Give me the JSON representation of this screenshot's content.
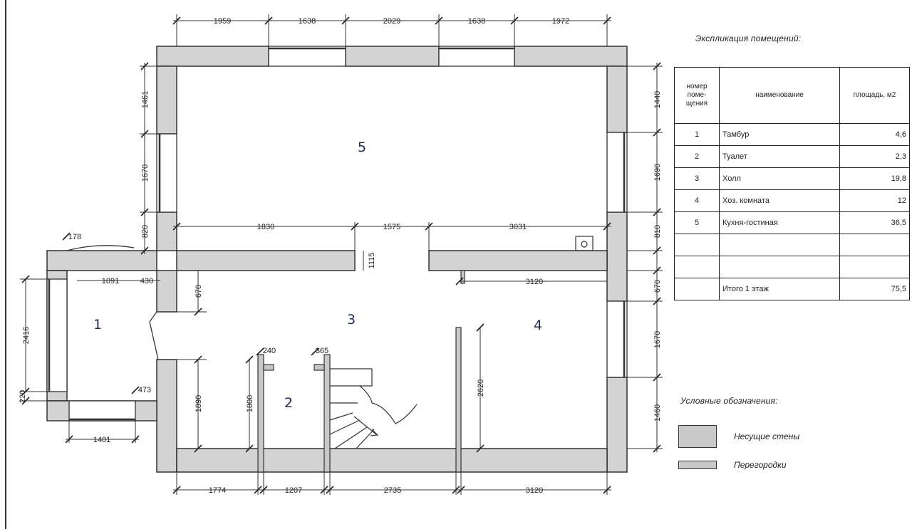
{
  "explication": {
    "title": "Экспликация помещений:",
    "headers": {
      "number": "номер поме-щения",
      "name": "наименование",
      "area": "площадь, м2"
    },
    "rows": [
      {
        "number": "1",
        "name": "Тамбур",
        "area": "4,6"
      },
      {
        "number": "2",
        "name": "Туалет",
        "area": "2,3"
      },
      {
        "number": "3",
        "name": "Холл",
        "area": "19,8"
      },
      {
        "number": "4",
        "name": "Хоз. комната",
        "area": "12"
      },
      {
        "number": "5",
        "name": "Кухня-гостиная",
        "area": "36,5"
      },
      {
        "number": "",
        "name": "",
        "area": ""
      },
      {
        "number": "",
        "name": "",
        "area": ""
      }
    ],
    "total": {
      "name": "Итого 1 этаж",
      "area": "75,5"
    }
  },
  "legend": {
    "title": "Условные обозначения:",
    "bearing_walls": "Несущие стены",
    "partitions": "Перегородки",
    "wall_color": "#c8c8c8"
  },
  "rooms": [
    "1",
    "2",
    "3",
    "4",
    "5"
  ],
  "dimensions": {
    "top": [
      "1959",
      "1638",
      "2029",
      "1638",
      "1972"
    ],
    "bottom": [
      "1774",
      "1207",
      "2735",
      "3120"
    ],
    "left": [
      "1461",
      "1670",
      "820"
    ],
    "right": [
      "1440",
      "1690",
      "810",
      "670",
      "1670",
      "1460"
    ],
    "inner_row": [
      "1830",
      "1575",
      "3031"
    ],
    "room4_width": "3120",
    "vestibule_top": "1401",
    "vestibule_split": [
      "1091",
      "430"
    ],
    "vestibule_height": "2416",
    "vestibule_corner_top": "178",
    "vestibule_corner_bottom": "473",
    "vestibule_left_small": "220",
    "hall_upper": "670",
    "hall_door": "1115",
    "wc_height": "1800",
    "wc_left_height": "1890",
    "door_small_1": "240",
    "door_small_2": "365",
    "room4_height": "2620"
  }
}
